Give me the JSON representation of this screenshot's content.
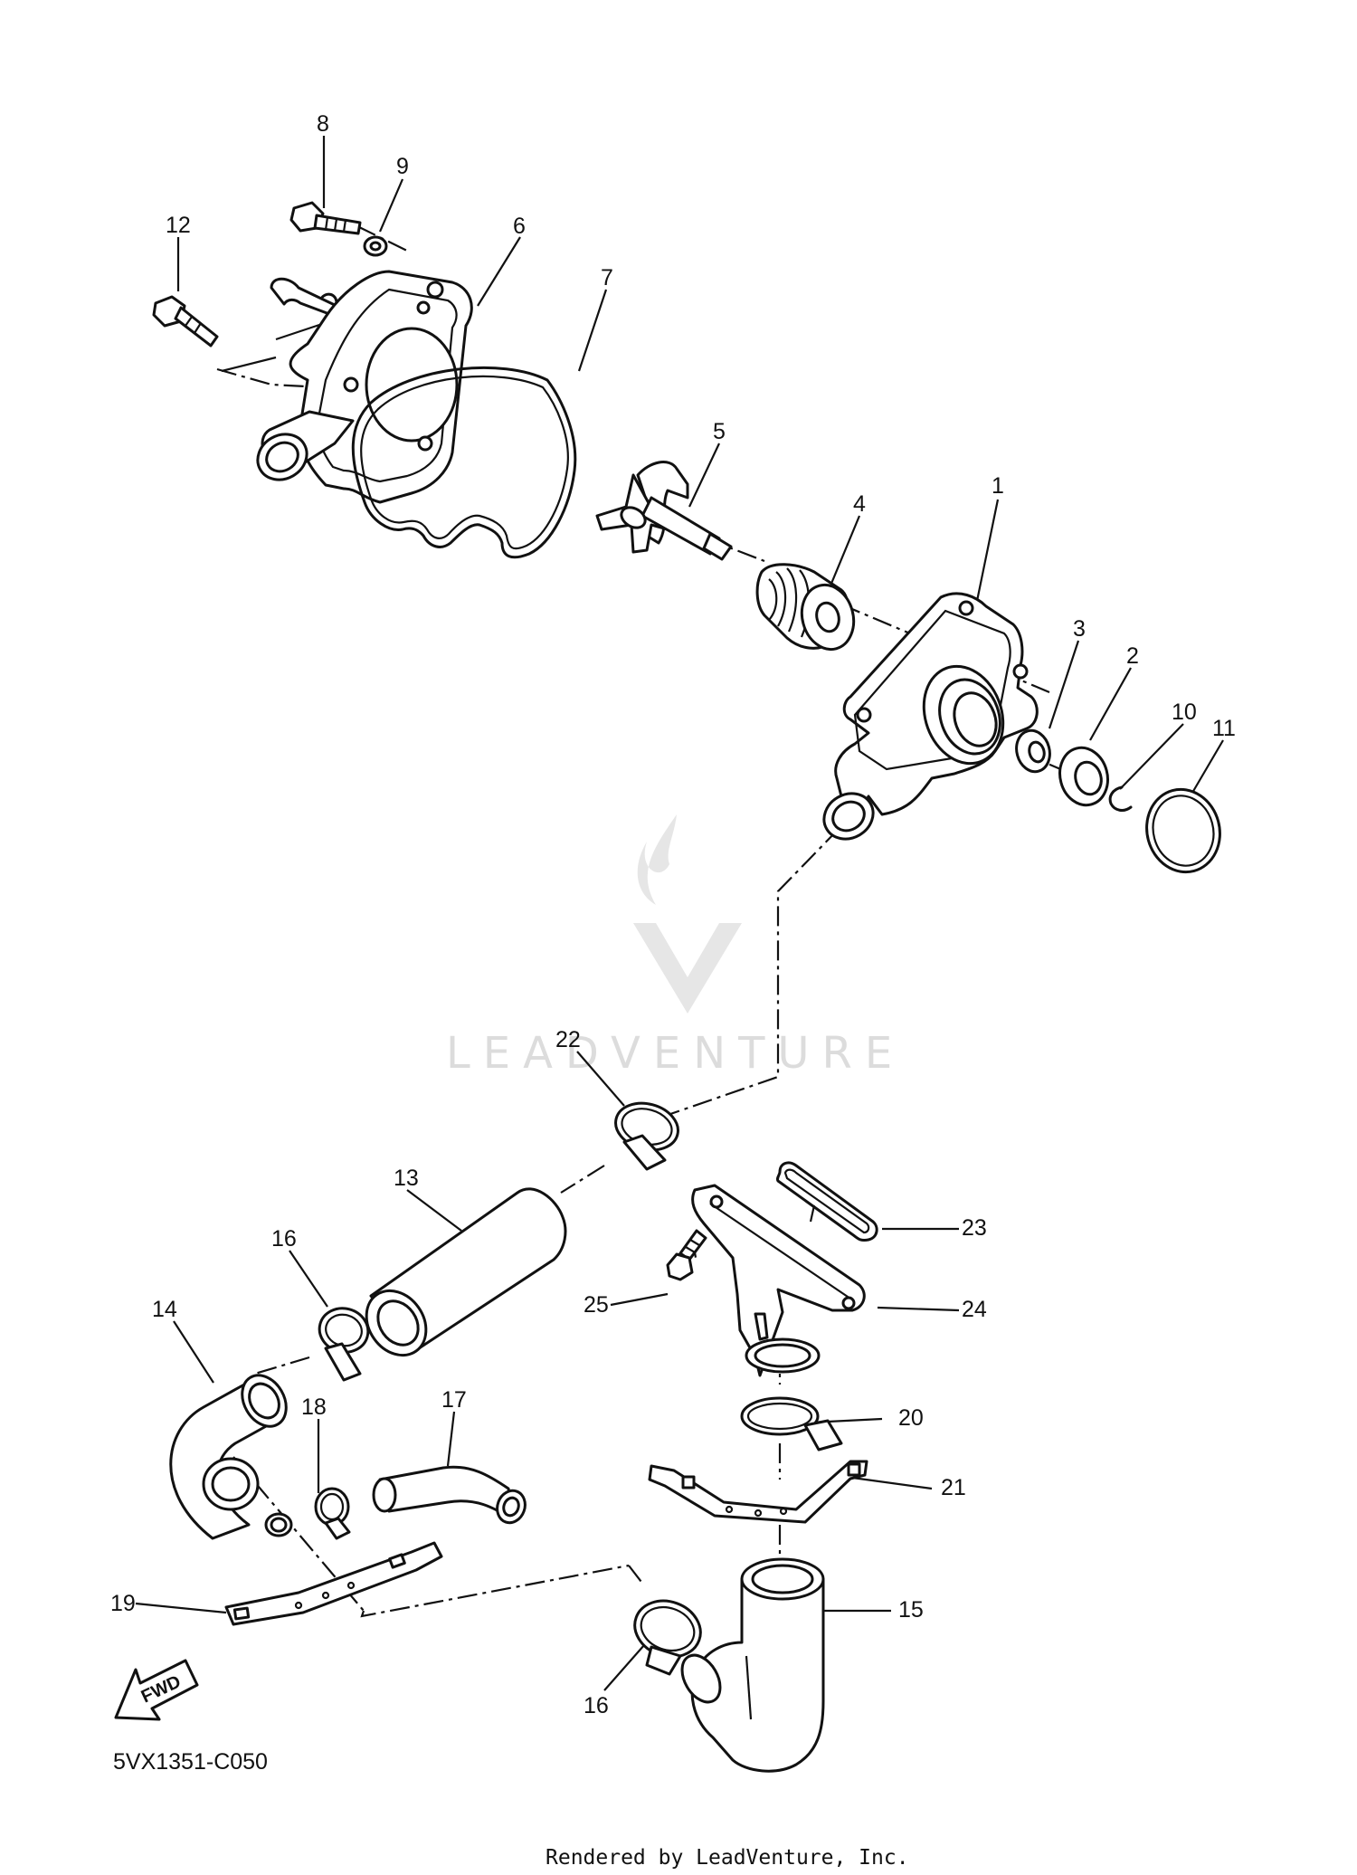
{
  "watermark": {
    "text": "LEADVENTURE"
  },
  "fwd_label": "FWD",
  "diagram_code": "5VX1351-C050",
  "footer": "Rendered by LeadVenture, Inc.",
  "callouts": {
    "c1": "1",
    "c2": "2",
    "c3": "3",
    "c4": "4",
    "c5": "5",
    "c6": "6",
    "c7": "7",
    "c8": "8",
    "c9": "9",
    "c10": "10",
    "c11": "11",
    "c12": "12",
    "c13": "13",
    "c14": "14",
    "c15": "15",
    "c16a": "16",
    "c16b": "16",
    "c17": "17",
    "c18": "18",
    "c19": "19",
    "c20": "20",
    "c21": "21",
    "c22": "22",
    "c23": "23",
    "c24": "24",
    "c25": "25"
  }
}
